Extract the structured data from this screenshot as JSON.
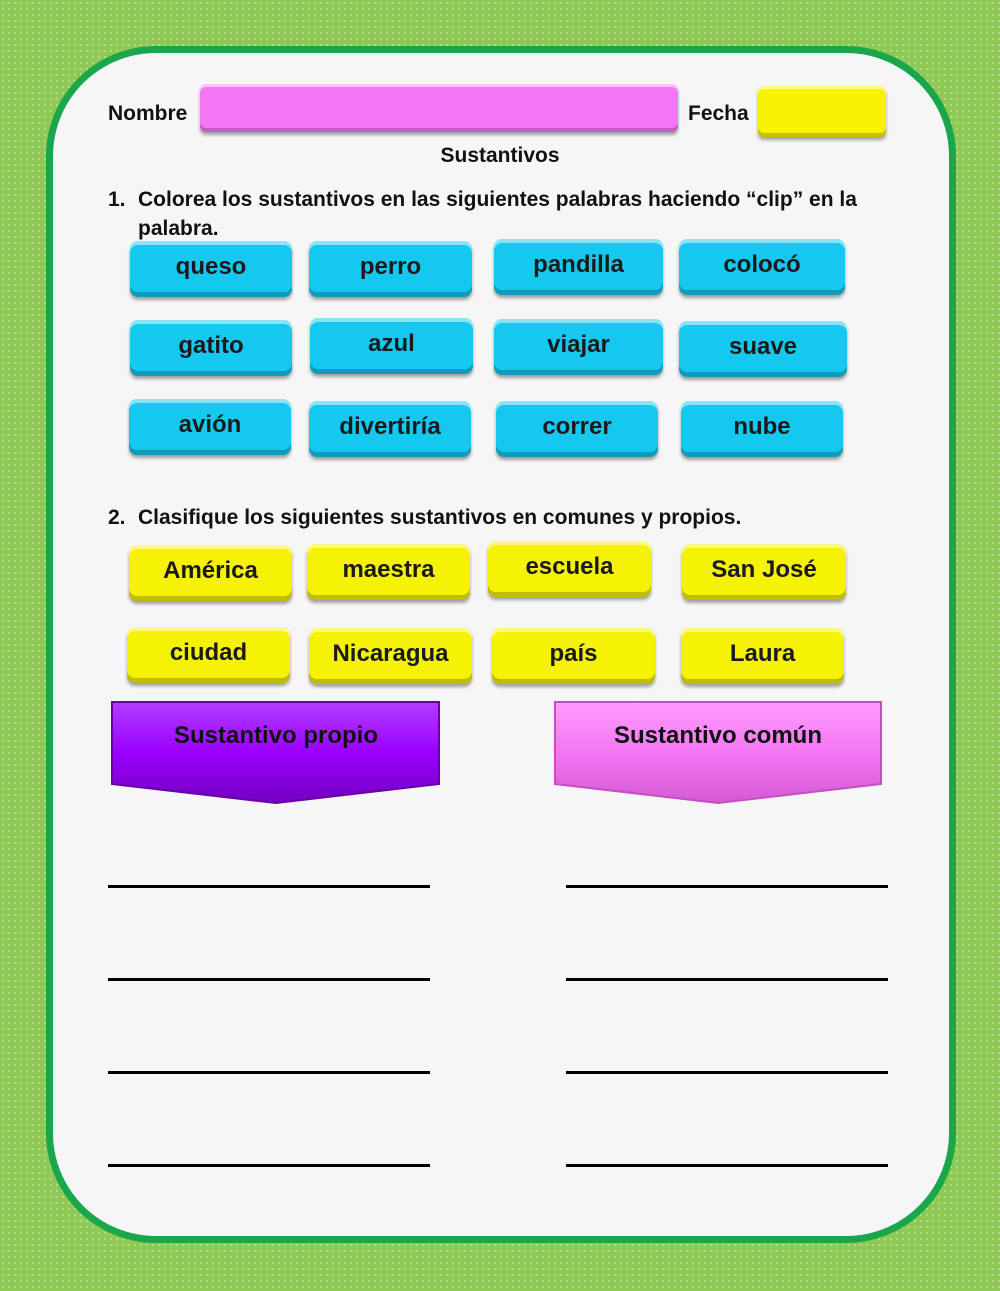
{
  "header": {
    "name_label": "Nombre",
    "date_label": "Fecha",
    "title": "Sustantivos"
  },
  "colors": {
    "background": "#8ec955",
    "border": "#1aa64a",
    "name_field": "#f476f4",
    "date_field": "#f7f200",
    "word_blue": "#14c8f0",
    "word_yellow": "#f6f206",
    "banner_proper": "#9b00ff",
    "banner_common": "#f476f4"
  },
  "question1": {
    "number": "1.",
    "text": "Colorea los sustantivos en las siguientes palabras haciendo “clip” en la palabra."
  },
  "words_blue": [
    "queso",
    "perro",
    "pandilla",
    "colocó",
    "gatito",
    "azul",
    "viajar",
    "suave",
    "avión",
    "divertiría",
    "correr",
    "nube"
  ],
  "question2": {
    "number": "2.",
    "text": "Clasifique los siguientes sustantivos en comunes y propios."
  },
  "words_yellow": [
    "América",
    "maestra",
    "escuela",
    "San José",
    "ciudad",
    "Nicaragua",
    "país",
    "Laura"
  ],
  "banners": {
    "proper": "Sustantivo propio",
    "common": "Sustantivo común"
  }
}
